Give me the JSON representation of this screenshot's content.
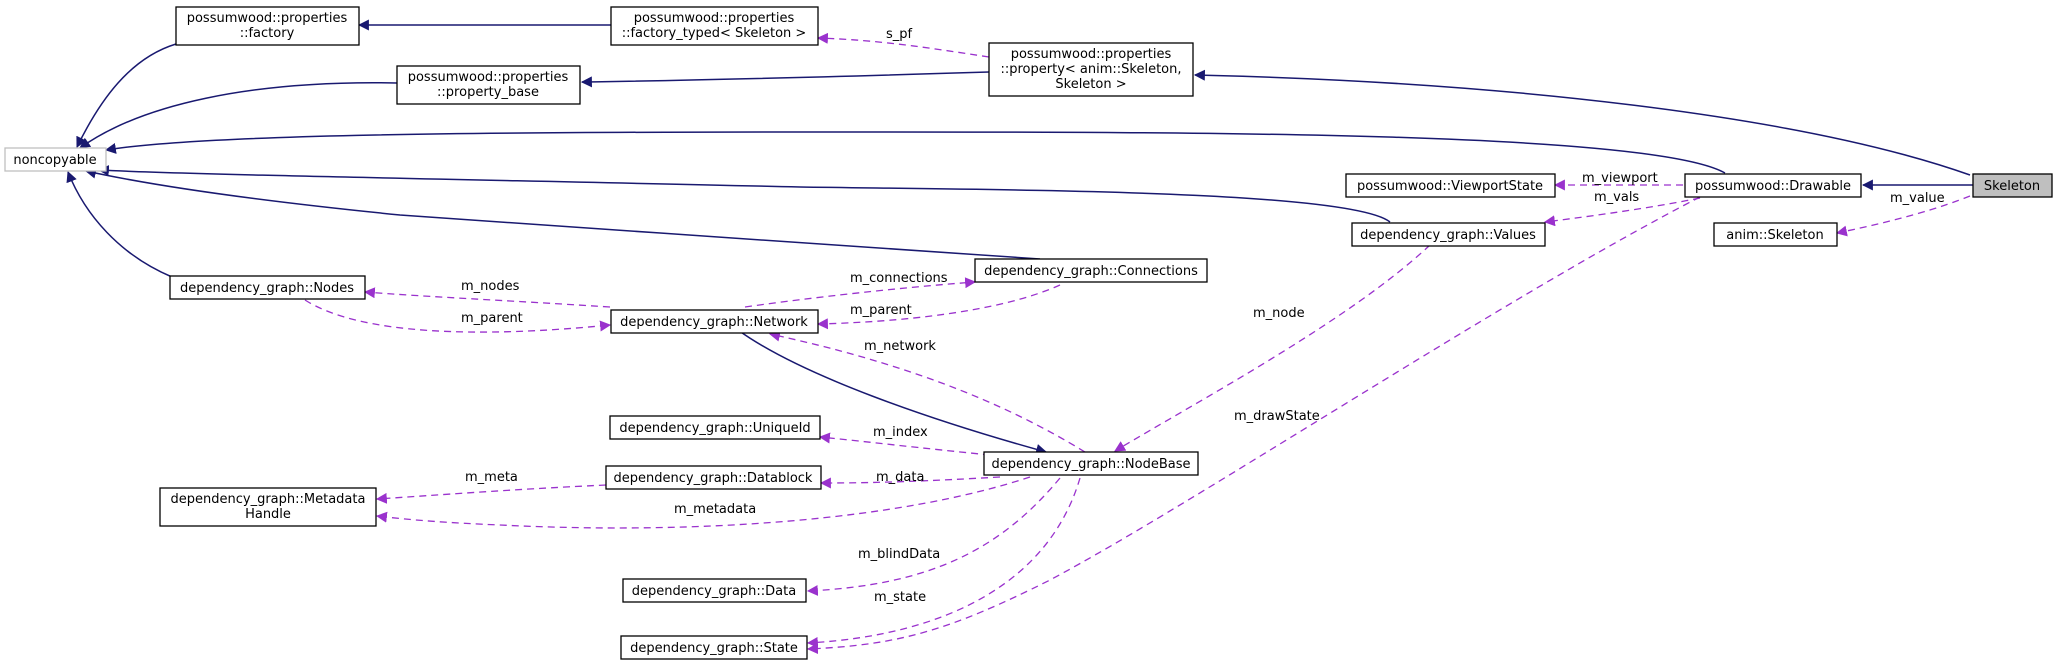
{
  "nodes": {
    "factory": [
      "possumwood::properties",
      "::factory"
    ],
    "factory_typed": [
      "possumwood::properties",
      "::factory_typed< Skeleton >"
    ],
    "property": [
      "possumwood::properties",
      "::property< anim::Skeleton,",
      "Skeleton >"
    ],
    "property_base": [
      "possumwood::properties",
      "::property_base"
    ],
    "noncopyable": [
      "noncopyable"
    ],
    "viewportstate": [
      "possumwood::ViewportState"
    ],
    "drawable": [
      "possumwood::Drawable"
    ],
    "skeleton": [
      "Skeleton"
    ],
    "values": [
      "dependency_graph::Values"
    ],
    "anim_skeleton": [
      "anim::Skeleton"
    ],
    "nodes": [
      "dependency_graph::Nodes"
    ],
    "connections": [
      "dependency_graph::Connections"
    ],
    "network": [
      "dependency_graph::Network"
    ],
    "uniqueid": [
      "dependency_graph::UniqueId"
    ],
    "nodebase": [
      "dependency_graph::NodeBase"
    ],
    "datablock": [
      "dependency_graph::Datablock"
    ],
    "metadata": [
      "dependency_graph::Metadata",
      "Handle"
    ],
    "data": [
      "dependency_graph::Data"
    ],
    "state": [
      "dependency_graph::State"
    ]
  },
  "edge_labels": {
    "s_pf": "s_pf",
    "m_viewport": "m_viewport",
    "m_vals": "m_vals",
    "m_value": "m_value",
    "m_nodes": "m_nodes",
    "m_parent_nodes": "m_parent",
    "m_connections": "m_connections",
    "m_parent_network": "m_parent",
    "m_network": "m_network",
    "m_node": "m_node",
    "m_drawState": "m_drawState",
    "m_index": "m_index",
    "m_meta": "m_meta",
    "m_data": "m_data",
    "m_metadata": "m_metadata",
    "m_blindData": "m_blindData",
    "m_state": "m_state"
  },
  "colors": {
    "inheritance_edge": "#191970",
    "usage_edge": "#9a32cd",
    "focus_node_fill": "#bfbfbf",
    "external_node_border": "#bfbfbf"
  }
}
